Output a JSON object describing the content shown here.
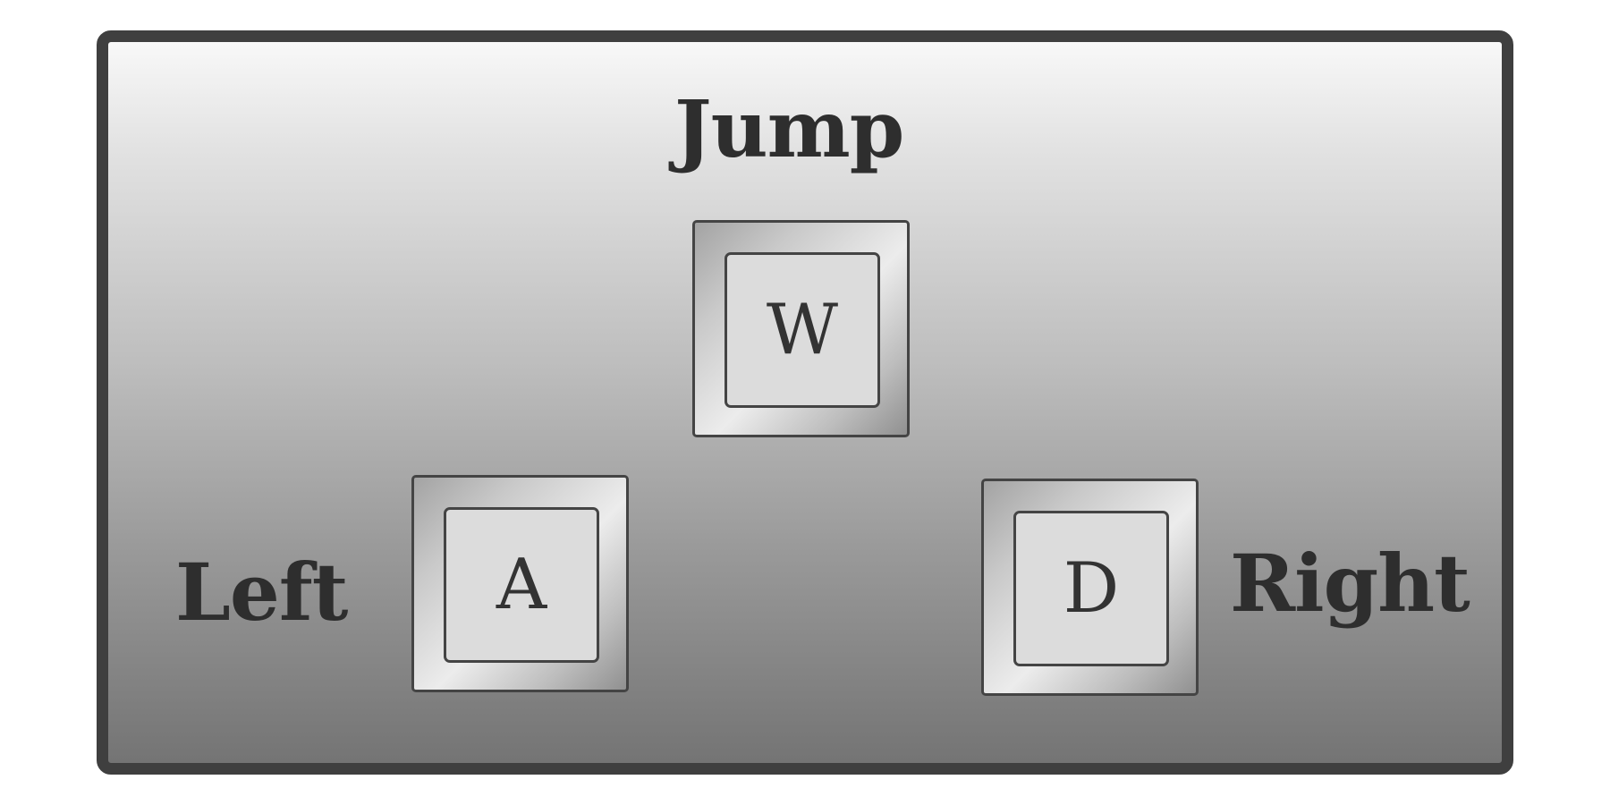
{
  "controls": {
    "jump": {
      "label": "Jump",
      "key": "W"
    },
    "left": {
      "label": "Left",
      "key": "A"
    },
    "right": {
      "label": "Right",
      "key": "D"
    }
  },
  "colors": {
    "border": "#3f3f3f",
    "text": "#2e2e2e",
    "key_face": "#dcdcdc"
  }
}
